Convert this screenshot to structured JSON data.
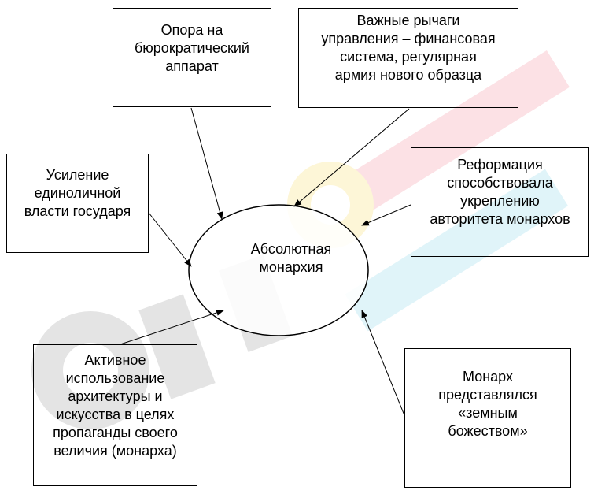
{
  "diagram": {
    "center": {
      "label": "Абсолютная\nмонархия"
    },
    "boxes": [
      {
        "id": "box-1",
        "text": "Опора на\nбюрократический\nаппарат"
      },
      {
        "id": "box-2",
        "text": "Важные рычаги\nуправления – финансовая\nсистема, регулярная\nармия нового образца"
      },
      {
        "id": "box-3",
        "text": "Усиление\nединоличной\nвласти государя"
      },
      {
        "id": "box-4",
        "text": "Реформация\nспособствовала\nукреплению\nавторитета монархов"
      },
      {
        "id": "box-5",
        "text": "Активное\nиспользование\nархитектуры и\nискусства в целях\nпропаганды своего\nвеличия (монарха)"
      },
      {
        "id": "box-6",
        "text": "Монарх\nпредставлялся\n«земным\nбожеством»"
      }
    ]
  }
}
